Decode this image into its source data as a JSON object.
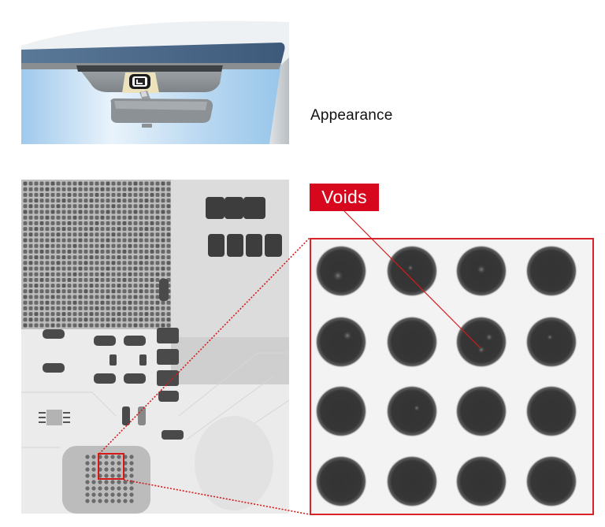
{
  "figure": {
    "appearance_section": {
      "label": "Appearance",
      "illustration": "car-windshield-camera-illustration",
      "colors": {
        "roof_band": "#4a6a8c",
        "glass": "#a9d0ee",
        "housing": "#8d9296",
        "camera_bezel": "#ece3bd"
      }
    },
    "xray_section": {
      "board_image": "pcb-xray-image",
      "roi_box_color": "#d51a1a",
      "callout_line_color": "#d51a1a",
      "callout_line_style": "dotted"
    },
    "enlarged_section": {
      "label": "Voids",
      "label_bg": "#d7081d",
      "label_text_color": "#ffffff",
      "border_color": "#d8232a",
      "grid": {
        "rows": 4,
        "cols": 4
      },
      "pointer_target": {
        "row": 2,
        "col": 3
      }
    }
  }
}
